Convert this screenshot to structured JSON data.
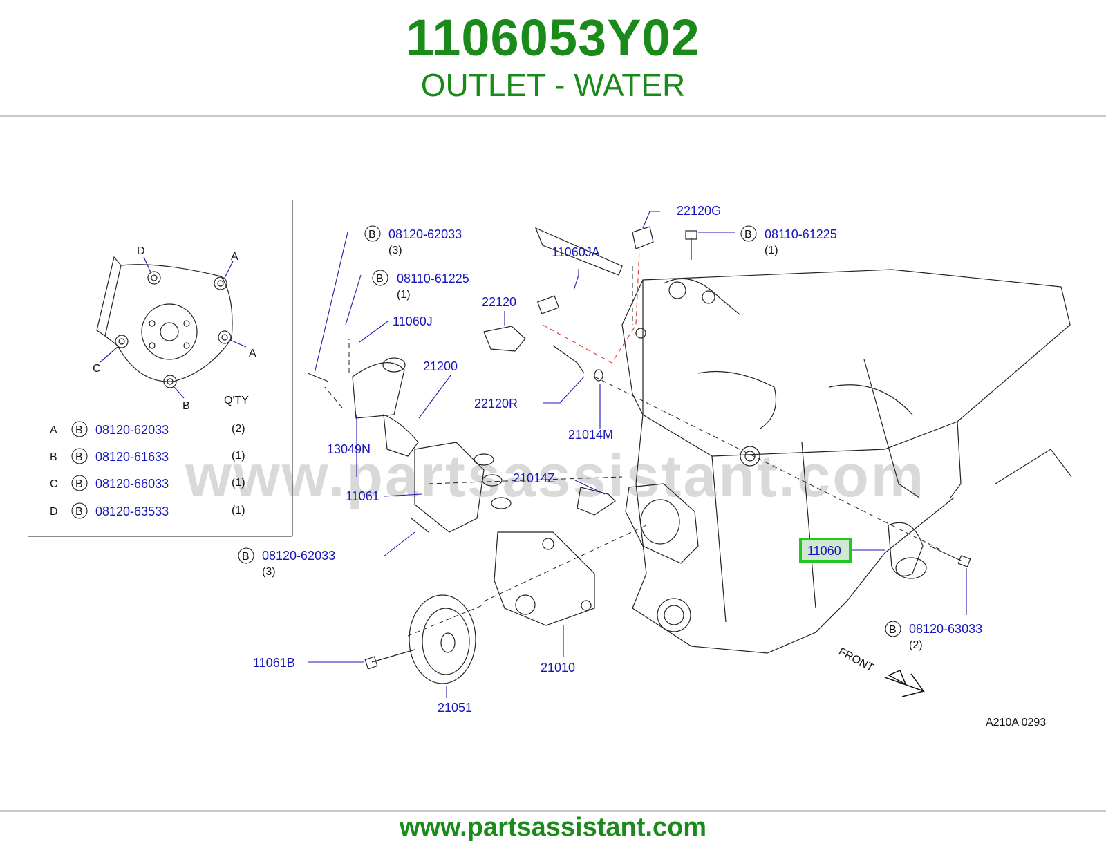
{
  "header": {
    "part_number": "1106053Y02",
    "part_name": "OUTLET - WATER"
  },
  "footer": {
    "url": "www.partsassistant.com"
  },
  "watermark": "www.partsassistant.com",
  "inset": {
    "points": [
      "D",
      "A",
      "A",
      "C",
      "B"
    ],
    "qty_header": "Q'TY",
    "rows": [
      {
        "letter": "A",
        "badge": "B",
        "part": "08120-62033",
        "qty": "(2)"
      },
      {
        "letter": "B",
        "badge": "B",
        "part": "08120-61633",
        "qty": "(1)"
      },
      {
        "letter": "C",
        "badge": "B",
        "part": "08120-66033",
        "qty": "(1)"
      },
      {
        "letter": "D",
        "badge": "B",
        "part": "08120-63533",
        "qty": "(1)"
      }
    ]
  },
  "callouts": {
    "b1": {
      "badge": "B",
      "part": "08120-62033",
      "qty": "(3)"
    },
    "b2": {
      "badge": "B",
      "part": "08110-61225",
      "qty": "(1)"
    },
    "b3": {
      "badge": "B",
      "part": "08110-61225",
      "qty": "(1)"
    },
    "b4": {
      "badge": "B",
      "part": "08120-62033",
      "qty": "(3)"
    },
    "b5": {
      "badge": "B",
      "part": "08120-63033",
      "qty": "(2)"
    },
    "p_22120G": "22120G",
    "p_11060JA": "11060JA",
    "p_22120": "22120",
    "p_11060J": "11060J",
    "p_21200": "21200",
    "p_22120R": "22120R",
    "p_21014M": "21014M",
    "p_13049N": "13049N",
    "p_11061": "11061",
    "p_21014Z": "21014Z",
    "p_11060": "11060",
    "p_11061B": "11061B",
    "p_21010": "21010",
    "p_21051": "21051"
  },
  "front_label": "FRONT",
  "diagram_code": "A210A 0293",
  "colors": {
    "header_green": "#1a8a1a",
    "callout_blue": "#1515c0",
    "highlight_green": "#22c722",
    "highlight_fill": "#cfe8cf"
  }
}
